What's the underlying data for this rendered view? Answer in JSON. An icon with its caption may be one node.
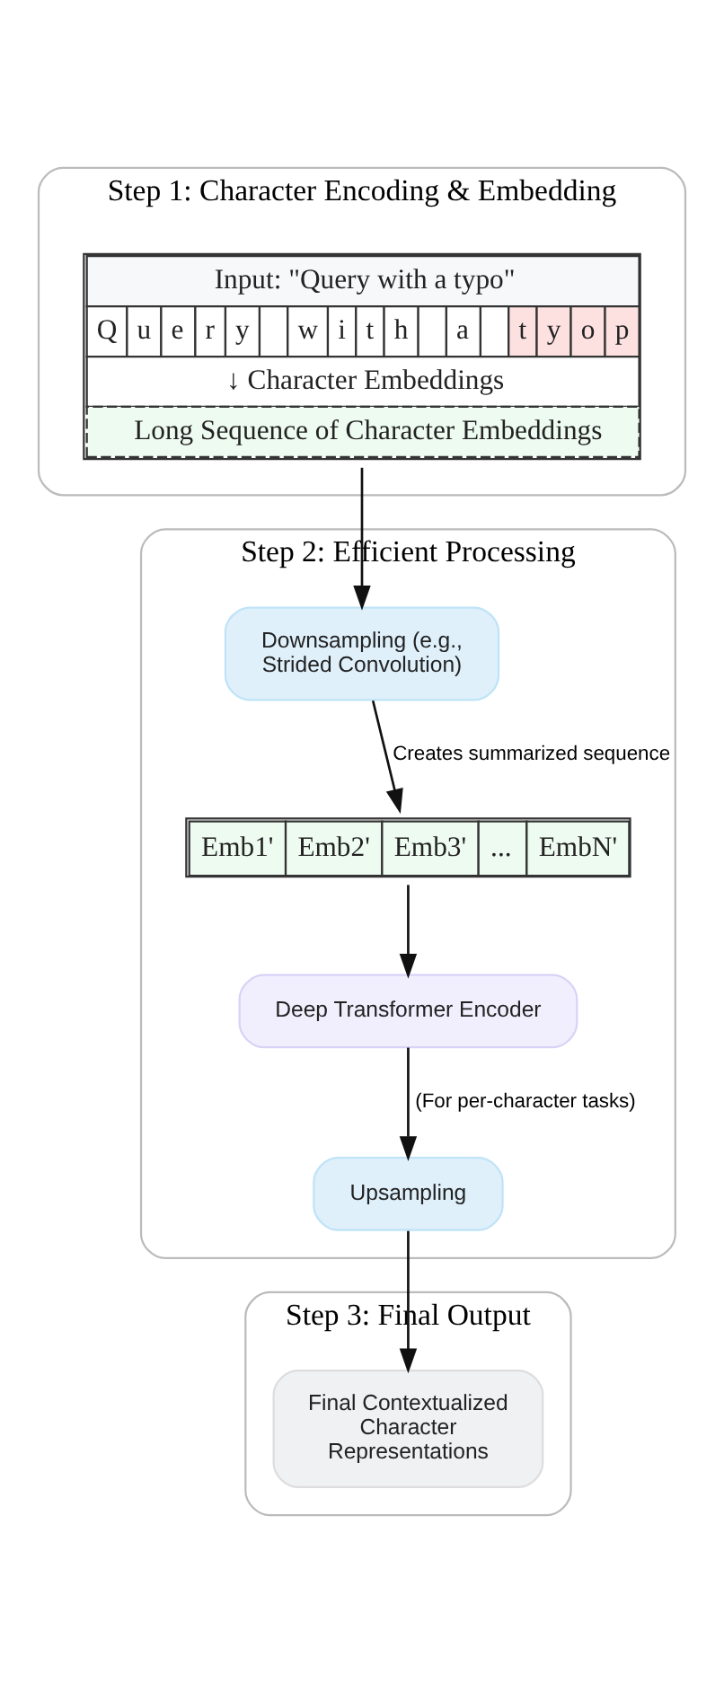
{
  "diagram": {
    "nodes": [
      {
        "text": [
          "Step 1: Character Encoding & Embedding"
        ]
      },
      {
        "text": [
          "Input: \"Query with a typo\"",
          "Q",
          "u",
          "e",
          "r",
          "y",
          "w",
          "i",
          "t",
          "h",
          "a",
          "t",
          "y",
          "o",
          "p",
          "↓ Character Embeddings",
          "Long Sequence of Character Embeddings"
        ],
        "in": 0
      },
      {
        "text": [
          "Step 2: Efficient Processing"
        ]
      },
      {
        "text": [
          "Downsampling (e.g., Strided Convolution)"
        ],
        "in": 2
      },
      {
        "text": [
          "Emb1'",
          "Emb2'",
          "Emb3'",
          "...",
          "EmbN'"
        ],
        "in": 2
      },
      {
        "text": [
          "Deep Transformer Encoder"
        ],
        "in": 2
      },
      {
        "text": [
          "Upsampling"
        ],
        "in": 2
      },
      {
        "text": [
          "Step 3: Final Output"
        ]
      },
      {
        "text": [
          "Final Contextualized Character Representations"
        ],
        "in": 7
      }
    ],
    "edges": [
      {
        "from": 1,
        "to": 3,
        "arrow": "to"
      },
      {
        "from": 3,
        "to": 4,
        "arrow": "to",
        "label": "Creates summarized sequence"
      },
      {
        "from": 4,
        "to": 5,
        "arrow": "to"
      },
      {
        "from": 5,
        "to": 6,
        "arrow": "to",
        "label": "(For per-character tasks)"
      },
      {
        "from": 6,
        "to": 8,
        "arrow": "to"
      }
    ]
  }
}
